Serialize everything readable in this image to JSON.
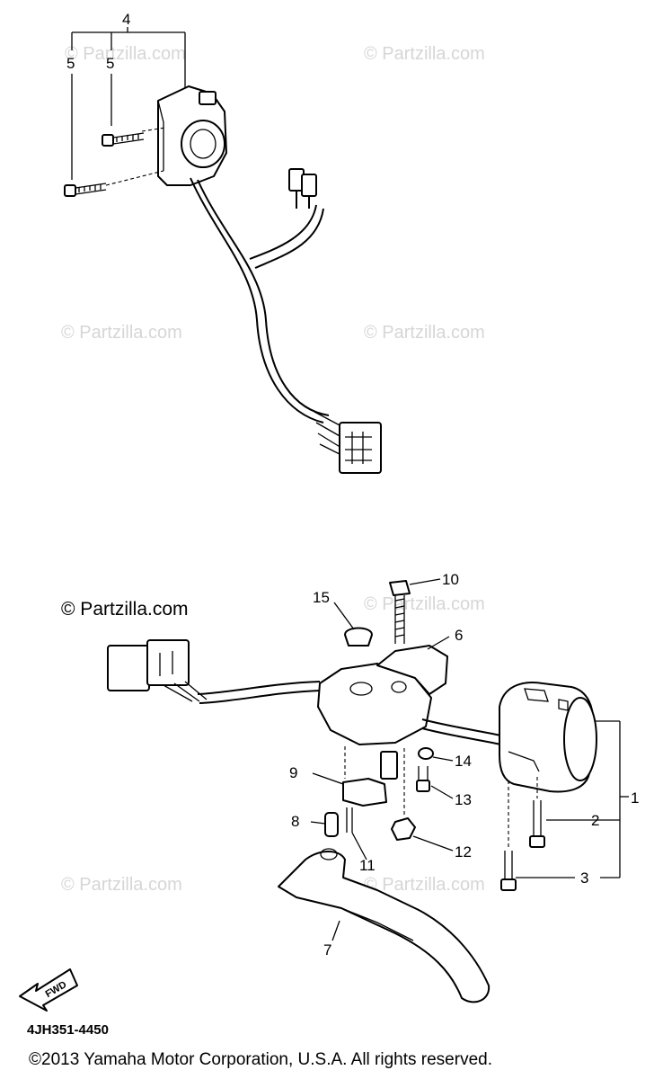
{
  "watermarks": {
    "light": "© Partzilla.com",
    "strong": "© Partzilla.com"
  },
  "callouts": {
    "c1": "1",
    "c2": "2",
    "c3": "3",
    "c4": "4",
    "c5a": "5",
    "c5b": "5",
    "c6": "6",
    "c7": "7",
    "c8": "8",
    "c9": "9",
    "c10": "10",
    "c11": "11",
    "c12": "12",
    "c13": "13",
    "c14": "14",
    "c15": "15"
  },
  "fwd_label": "FWD",
  "diagram_code": "4JH351-4450",
  "copyright": "©2013 Yamaha Motor Corporation, U.S.A. All rights reserved."
}
